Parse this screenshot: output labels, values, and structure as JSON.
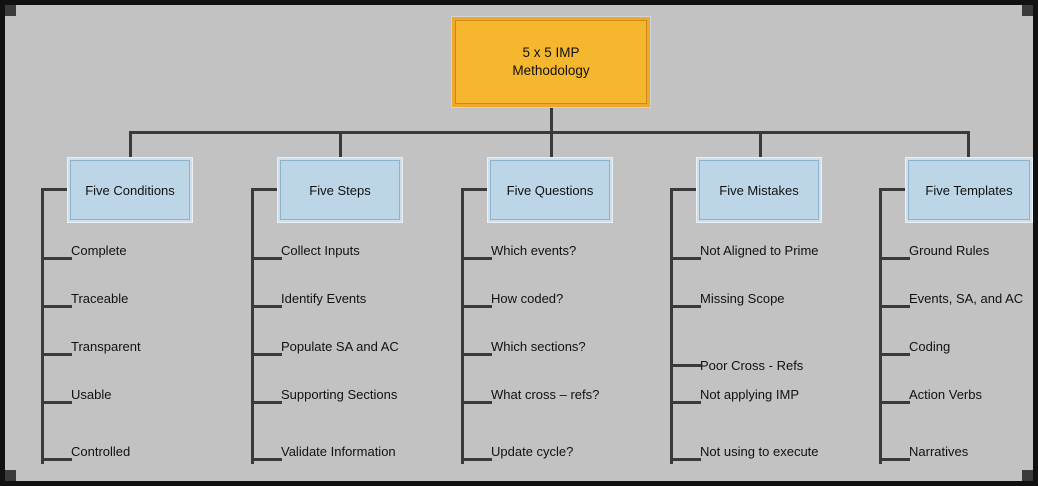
{
  "diagram": {
    "title": "5 x 5 IMP Methodology Organization Chart",
    "background_color": "#c2c2c2",
    "root": {
      "line1": "5 x 5 IMP",
      "line2": "Methodology",
      "fill_color": "#f5b72d",
      "border_color": "#c98a16"
    },
    "branch_fill_color": "#bcd6e8",
    "branch_border_color": "#8fb2cb",
    "connector_color": "#3a3a3a",
    "branches": [
      {
        "label": "Five Conditions",
        "items": [
          {
            "label": "Complete",
            "connector": "underline"
          },
          {
            "label": "Traceable",
            "connector": "underline"
          },
          {
            "label": "Transparent",
            "connector": "underline"
          },
          {
            "label": "Usable",
            "connector": "underline"
          },
          {
            "label": "Controlled",
            "connector": "underline"
          }
        ]
      },
      {
        "label": "Five Steps",
        "items": [
          {
            "label": "Collect Inputs",
            "connector": "underline"
          },
          {
            "label": "Identify Events",
            "connector": "underline"
          },
          {
            "label": "Populate SA and AC",
            "connector": "underline"
          },
          {
            "label": "Supporting Sections",
            "connector": "underline"
          },
          {
            "label": "Validate Information",
            "connector": "underline"
          }
        ]
      },
      {
        "label": "Five Questions",
        "items": [
          {
            "label": "Which events?",
            "connector": "underline"
          },
          {
            "label": "How coded?",
            "connector": "underline"
          },
          {
            "label": "Which sections?",
            "connector": "underline"
          },
          {
            "label": "What cross – refs?",
            "connector": "underline"
          },
          {
            "label": "Update cycle?",
            "connector": "underline"
          }
        ]
      },
      {
        "label": "Five Mistakes",
        "items": [
          {
            "label": "Not Aligned to Prime",
            "connector": "underline"
          },
          {
            "label": "Missing Scope",
            "connector": "underline"
          },
          {
            "label": "Poor Cross - Refs",
            "connector": "midline"
          },
          {
            "label": "Not applying IMP",
            "connector": "underline"
          },
          {
            "label": "Not using to execute",
            "connector": "underline"
          }
        ]
      },
      {
        "label": "Five Templates",
        "items": [
          {
            "label": "Ground Rules",
            "connector": "underline"
          },
          {
            "label": "Events, SA, and AC",
            "connector": "underline"
          },
          {
            "label": "Coding",
            "connector": "underline"
          },
          {
            "label": "Action Verbs",
            "connector": "underline"
          },
          {
            "label": "Narratives",
            "connector": "underline"
          }
        ]
      }
    ]
  }
}
